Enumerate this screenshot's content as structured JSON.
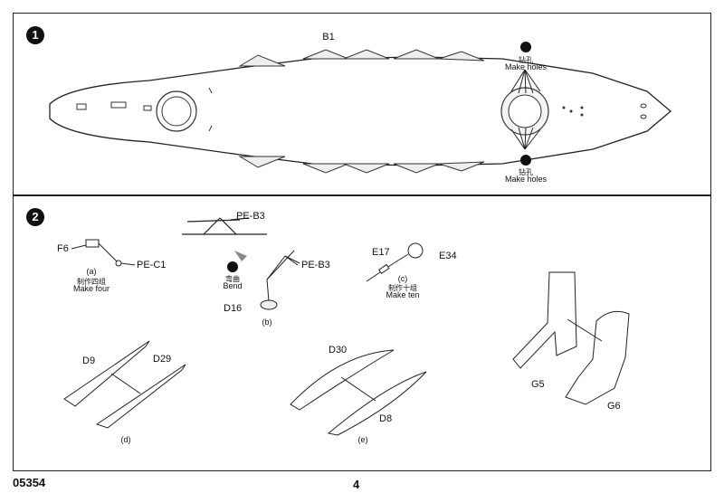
{
  "steps": [
    "1",
    "2"
  ],
  "step1": {
    "hull_part": "B1",
    "holes_cn": "钻孔",
    "holes_en": "Make holes"
  },
  "step2": {
    "f6": "F6",
    "pe_c1": "PE-C1",
    "a_label": "(a)",
    "a_cn": "制作四组",
    "a_en": "Make four",
    "pe_b3_top": "PE-B3",
    "pe_b3": "PE-B3",
    "bend_cn": "弯曲",
    "bend_en": "Bend",
    "d16": "D16",
    "b_label": "(b)",
    "e17": "E17",
    "e34": "E34",
    "c_label": "(c)",
    "c_cn": "制作十组",
    "c_en": "Make ten",
    "d9": "D9",
    "d29": "D29",
    "d_label": "(d)",
    "d30": "D30",
    "d8": "D8",
    "e_label": "(e)",
    "g5": "G5",
    "g6": "G6"
  },
  "footer": {
    "code": "05354",
    "page": "4"
  }
}
